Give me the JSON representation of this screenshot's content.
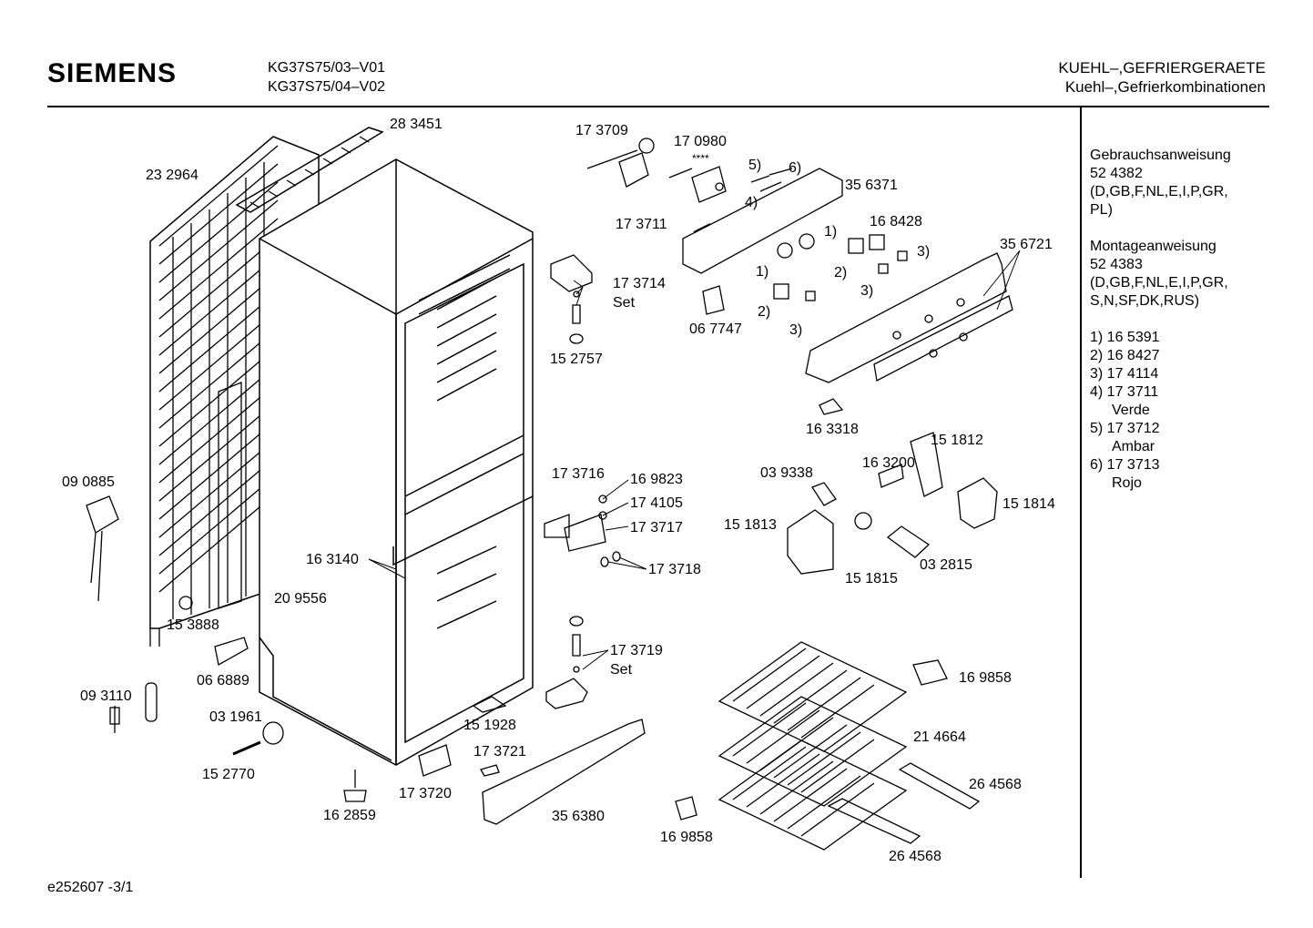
{
  "header": {
    "brand": "SIEMENS",
    "models": [
      "KG37S75/03–V01",
      "KG37S75/04–V02"
    ],
    "category": [
      "KUEHL–,GEFRIERGERAETE",
      "Kuehl–,Gefrierkombinationen"
    ]
  },
  "legend": {
    "manual_title": "Gebrauchsanweisung",
    "manual_number": "52 4382",
    "manual_langs": [
      "(D,GB,F,NL,E,I,P,GR,",
      "PL)"
    ],
    "assembly_title": "Montageanweisung",
    "assembly_number": "52 4383",
    "assembly_langs": [
      "(D,GB,F,NL,E,I,P,GR,",
      "S,N,SF,DK,RUS)"
    ],
    "notes": [
      {
        "text": "1) 16 5391",
        "sub": ""
      },
      {
        "text": "2) 16 8427",
        "sub": ""
      },
      {
        "text": "3) 17 4114",
        "sub": ""
      },
      {
        "text": "4) 17 3711",
        "sub": "Verde"
      },
      {
        "text": "5) 17 3712",
        "sub": "Ambar"
      },
      {
        "text": "6) 17 3713",
        "sub": "Rojo"
      }
    ]
  },
  "footer": "e252607   -3/1",
  "parts": {
    "p283451": "28 3451",
    "p232964": "23 2964",
    "p173709": "17 3709",
    "p170980": "17 0980",
    "stars": "****",
    "n5": "5)",
    "n6": "6)",
    "n4": "4)",
    "p356371": "35 6371",
    "p173711": "17 3711",
    "p168428": "16 8428",
    "n1a": "1)",
    "n1b": "1)",
    "n2a": "2)",
    "n3a": "3)",
    "n3b": "3)",
    "p356721": "35 6721",
    "p173714": "17 3714",
    "set1": "Set",
    "p152757": "15 2757",
    "p067747": "06 7747",
    "n2b": "2)",
    "n3c": "3)",
    "p163318": "16 3318",
    "p151812": "15 1812",
    "p163200": "16 3200",
    "p039338": "03 9338",
    "p151814": "15 1814",
    "p173716": "17 3716",
    "p169823": "16 9823",
    "p174105": "17 4105",
    "p173717": "17 3717",
    "p173718": "17 3718",
    "p151813": "15 1813",
    "p151815": "15 1815",
    "p032815": "03 2815",
    "p090885": "09 0885",
    "p163140": "16 3140",
    "p209556": "20 9556",
    "p153888": "15 3888",
    "p173719": "17 3719",
    "set2": "Set",
    "p066889": "06 6889",
    "p169858a": "16 9858",
    "p093110": "09 3110",
    "p031961": "03 1961",
    "p151928": "15 1928",
    "p214664": "21 4664",
    "p173721": "17 3721",
    "p152770": "15 2770",
    "p264568a": "26 4568",
    "p173720": "17 3720",
    "p162859": "16 2859",
    "p356380": "35 6380",
    "p169858b": "16 9858",
    "p264568b": "26 4568"
  }
}
